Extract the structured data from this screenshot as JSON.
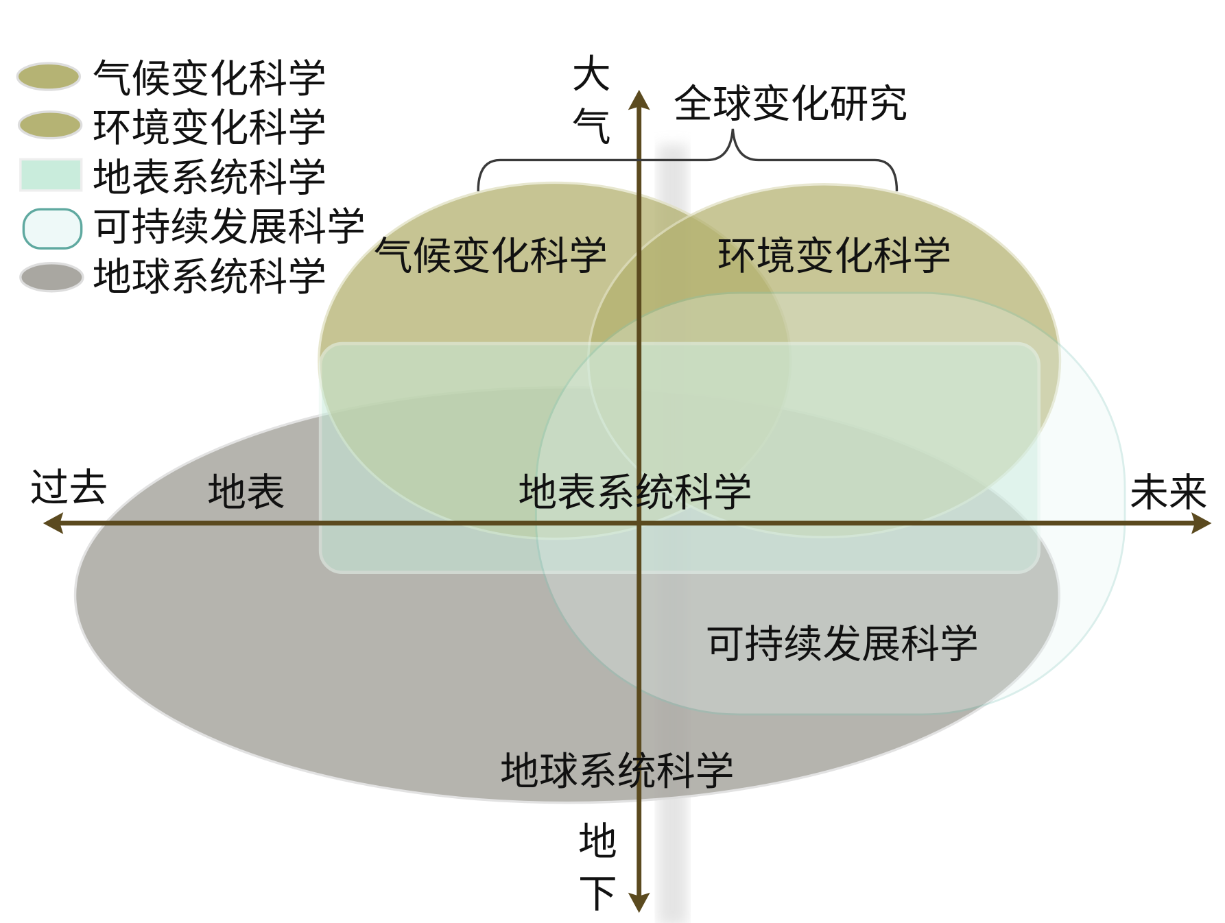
{
  "legend": [
    {
      "label": "气候变化科学",
      "shape": "ellipse",
      "color": "#bfbf7e"
    },
    {
      "label": "环境变化科学",
      "shape": "ellipse",
      "color": "#bfbf7e"
    },
    {
      "label": "地表系统科学",
      "shape": "rect",
      "color": "#c9ecdc"
    },
    {
      "label": "可持续发展科学",
      "shape": "rounded-rect",
      "color": "#eef9f8"
    },
    {
      "label": "地球系统科学",
      "shape": "ellipse",
      "color": "#b3b1ac"
    }
  ],
  "axes": {
    "top": [
      "大",
      "气"
    ],
    "bottom": [
      "地",
      "下"
    ],
    "left": "过去",
    "right": "未来",
    "color": "#5b4a1f"
  },
  "brace_label": "全球变化研究",
  "regions": {
    "climate": "气候变化科学",
    "environment": "环境变化科学",
    "surface": "地表系统科学",
    "surface_short": "地表",
    "sustainable": "可持续发展科学",
    "earth": "地球系统科学"
  }
}
